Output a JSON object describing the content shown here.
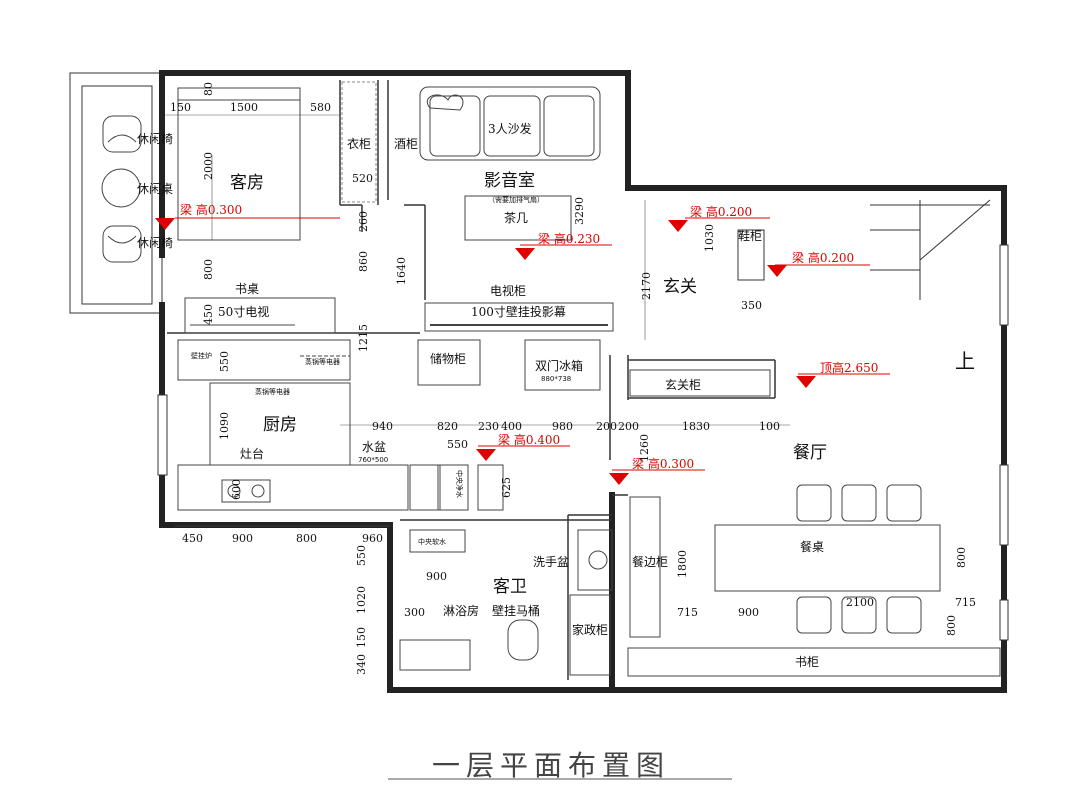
{
  "title": "一层平面布置图",
  "rooms": {
    "guest_room": "客房",
    "av_room": "影音室",
    "kitchen": "厨房",
    "guest_bath": "客卫",
    "foyer": "玄关",
    "dining": "餐厅"
  },
  "furniture": {
    "lounge_chair_top": "休闲椅",
    "lounge_table": "休闲桌",
    "lounge_chair_bottom": "休闲椅",
    "wardrobe": "衣柜",
    "wine_cabinet": "酒柜",
    "sofa": "3人沙发",
    "exhaust_note": "（需要加排气扇）",
    "tea_table": "茶几",
    "tv_cabinet": "电视柜",
    "projector_screen": "100寸壁挂投影幕",
    "desk": "书桌",
    "tv50": "50寸电视",
    "wall_oven": "壁挂炉",
    "steamer_upper": "蒸锅等电器",
    "steamer_lower": "蒸锅等电器",
    "storage_cabinet": "储物柜",
    "fridge": "双门冰箱",
    "fridge_size": "880*738",
    "sink": "水盆",
    "sink_size": "760*500",
    "stove": "灶台",
    "water_purifier": "中央净水",
    "water_softener": "中央软水",
    "wash_basin": "洗手盆",
    "shower": "淋浴房",
    "toilet": "壁挂马桶",
    "household_cabinet": "家政柜",
    "sideboard": "餐边柜",
    "dining_table": "餐桌",
    "shoe_cabinet": "鞋柜",
    "foyer_cabinet": "玄关柜",
    "bookcase": "书柜",
    "stairs_up": "上"
  },
  "beams": {
    "guest_room": "梁  高0.300",
    "av_room": "梁  高0.230",
    "foyer": "梁  高0.200",
    "stair": "梁  高0.200",
    "ceiling": "顶高2.650",
    "kitchen": "梁  高0.400",
    "dining": "梁  高0.300"
  },
  "dimensions": {
    "d150": "150",
    "d1500": "1500",
    "d580": "580",
    "d80": "80",
    "d2000": "2000",
    "d520": "520",
    "d260": "260",
    "d860": "860",
    "d1640": "1640",
    "d800a": "800",
    "d450a": "450",
    "d1215": "1215",
    "d3290": "3290",
    "d2170": "2170",
    "d1030": "1030",
    "d350": "350",
    "d550a": "550",
    "d1090": "1090",
    "d940": "940",
    "d820": "820",
    "d230": "230",
    "d400": "400",
    "d980": "980",
    "d200a": "200",
    "d200b": "200",
    "d1830": "1830",
    "d100": "100",
    "d550b": "550",
    "d1260": "1260",
    "d600": "600",
    "d625": "625",
    "b450": "450",
    "b900": "900",
    "b800": "800",
    "b960": "960",
    "d550c": "550",
    "d900b": "900",
    "d1020": "1020",
    "d300": "300",
    "d150b": "150",
    "d340": "340",
    "d1800": "1800",
    "d715a": "715",
    "d900c": "900",
    "d2100": "2100",
    "d715b": "715",
    "d800b": "800",
    "d800c": "800"
  },
  "colors": {
    "wall": "#222222",
    "beam": "#e00000",
    "line": "#444444"
  }
}
